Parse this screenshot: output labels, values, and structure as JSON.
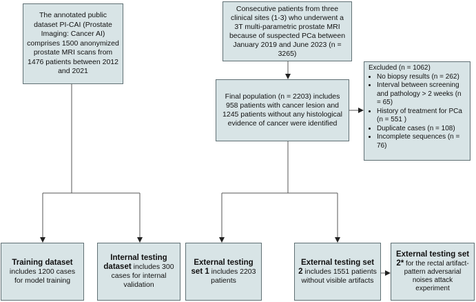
{
  "boxes": {
    "pi_cai": "The annotated public dataset PI-CAI (Prostate Imaging: Cancer AI) comprises 1500 anonymized prostate MRI scans from 1476 patients between 2012 and 2021",
    "consecutive": "Consecutive patients from three clinical sites (1-3) who underwent a 3T multi-parametric prostate MRI because of suspected PCa between January 2019 and June 2023 (n = 3265)",
    "final_population": "Final population (n = 2203) includes 958 patients with cancer lesion and 1245 patients without any histological evidence of cancer were identified",
    "excluded": {
      "title": "Excluded (n = 1062)",
      "items": [
        "No biopsy results (n = 262)",
        "Interval between screening and pathology > 2 weeks (n = 65)",
        "History of treatment for PCa (n = 551 )",
        "Duplicate cases (n = 108)",
        "Incomplete sequences (n = 76)"
      ]
    },
    "training": {
      "bold": "Training dataset",
      "rest": " includes 1200 cases for model training"
    },
    "internal": {
      "bold": "Internal testing dataset",
      "rest": " includes 300 cases  for internal validation"
    },
    "ext1": {
      "bold": "External testing set 1",
      "rest": " includes 2203 patients"
    },
    "ext2": {
      "bold": "External testing set 2",
      "rest": " includes 1551 patients without visible artifacts"
    },
    "ext2star": {
      "bold": "External testing set 2*",
      "rest": " for the rectal artifact-pattern adversarial noises attack experiment"
    }
  }
}
